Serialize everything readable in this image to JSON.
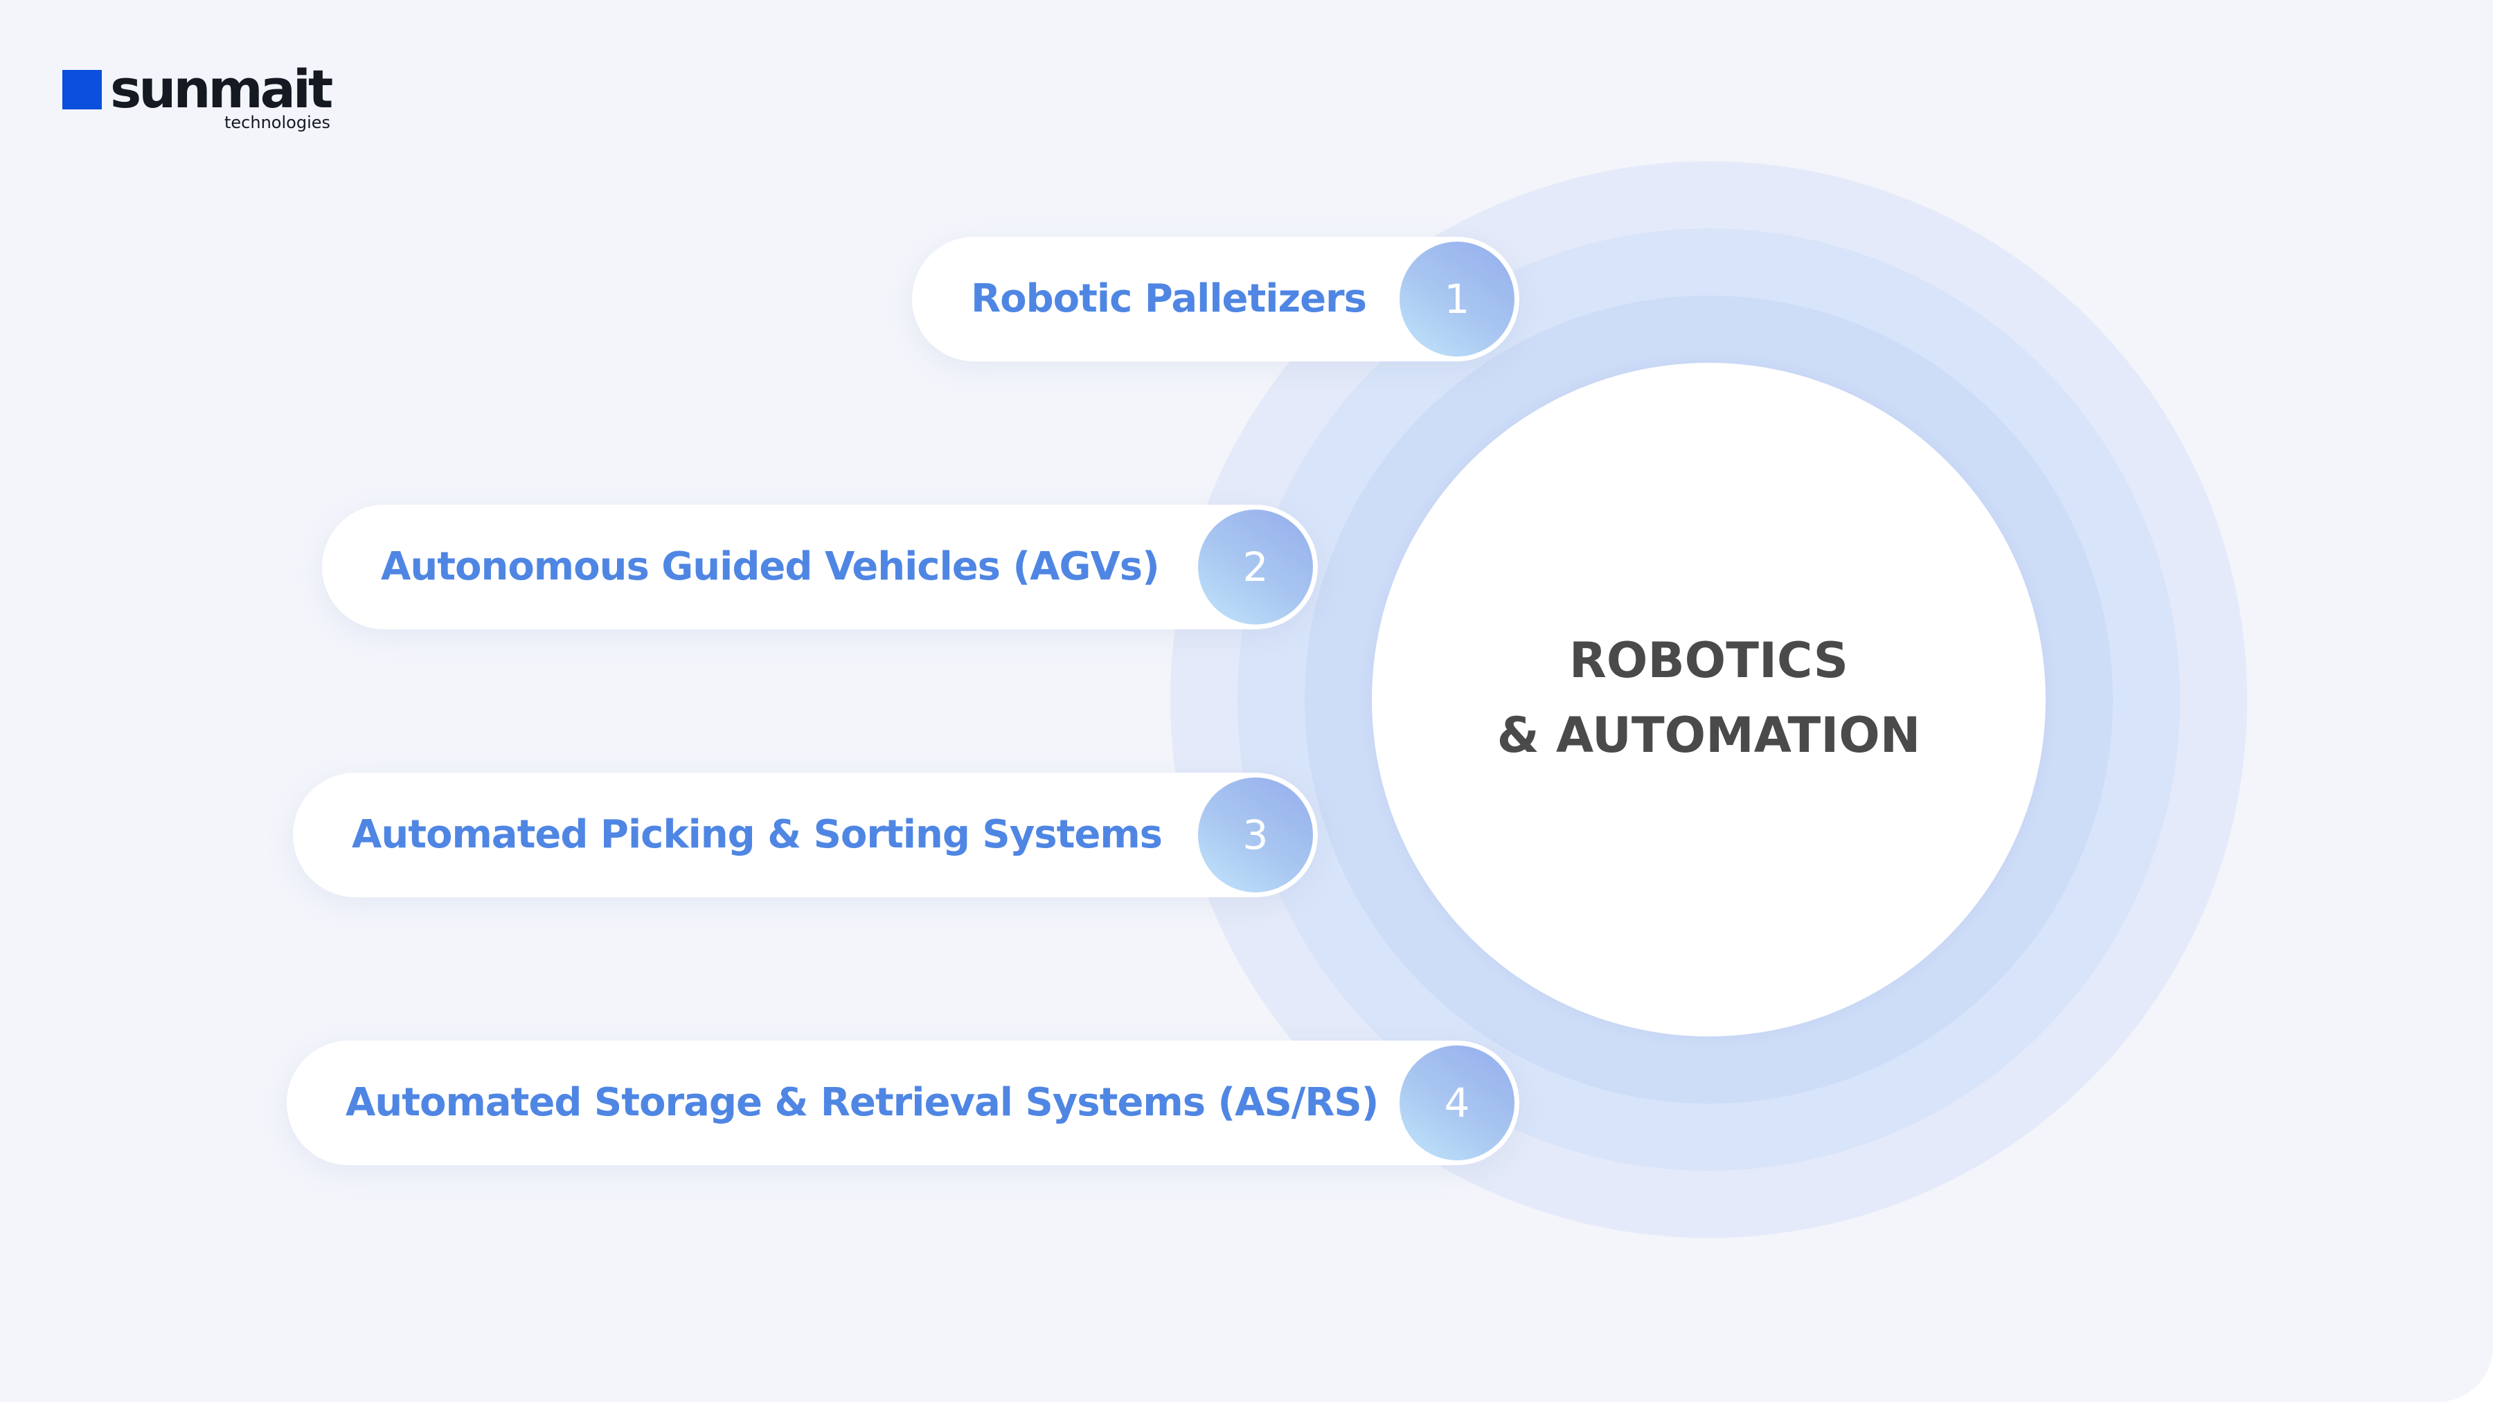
{
  "logo": {
    "name": "sunmait",
    "tagline": "technologies",
    "brand_color": "#0b4fdc"
  },
  "center": {
    "line1": "ROBOTICS",
    "line2": "& AUTOMATION"
  },
  "items": [
    {
      "number": "1",
      "label": "Robotic Palletizers"
    },
    {
      "number": "2",
      "label": "Autonomous Guided Vehicles (AGVs)"
    },
    {
      "number": "3",
      "label": "Automated Picking & Sorting Systems"
    },
    {
      "number": "4",
      "label": "Automated Storage & Retrieval Systems (AS/RS)"
    }
  ],
  "colors": {
    "background": "#f3f5fb",
    "label_text": "#4f86e3",
    "center_text": "#4a4a4a",
    "ring_outer": "#e4eaf9",
    "ring_middle": "#d8e4f9",
    "ring_inner": "#cddcf7"
  }
}
